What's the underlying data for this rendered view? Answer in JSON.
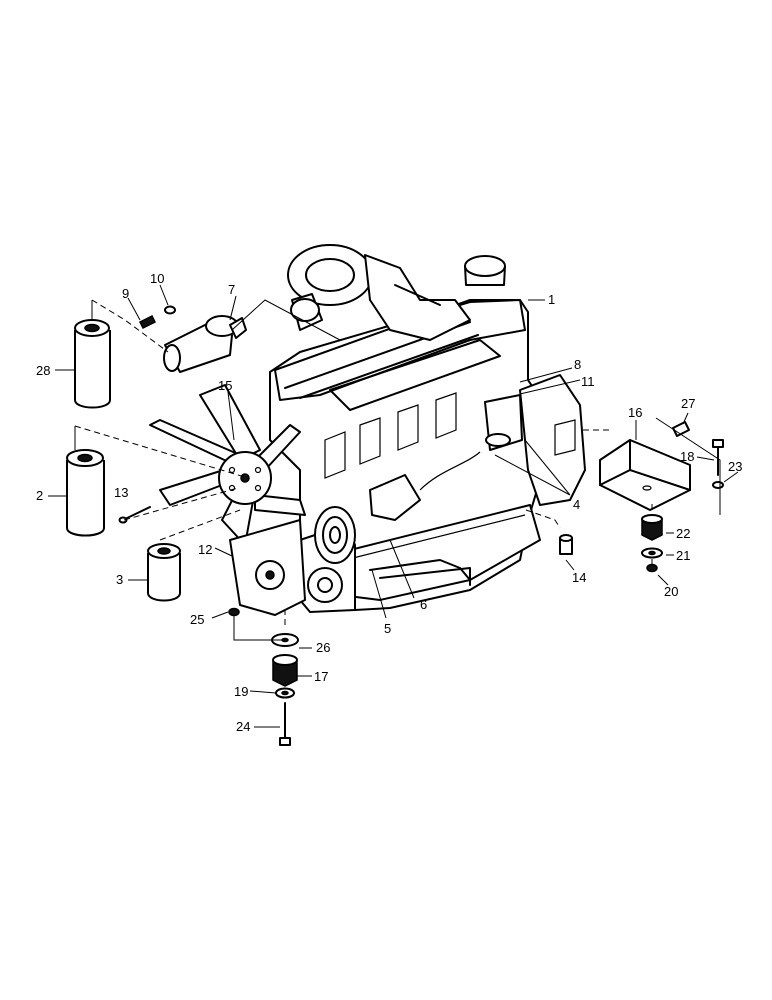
{
  "callouts": [
    {
      "id": "1",
      "text": "1"
    },
    {
      "id": "2",
      "text": "2"
    },
    {
      "id": "3",
      "text": "3"
    },
    {
      "id": "4",
      "text": "4"
    },
    {
      "id": "5",
      "text": "5"
    },
    {
      "id": "6",
      "text": "6"
    },
    {
      "id": "7",
      "text": "7"
    },
    {
      "id": "8",
      "text": "8"
    },
    {
      "id": "9",
      "text": "9"
    },
    {
      "id": "10",
      "text": "10"
    },
    {
      "id": "11",
      "text": "11"
    },
    {
      "id": "12",
      "text": "12"
    },
    {
      "id": "13",
      "text": "13"
    },
    {
      "id": "14",
      "text": "14"
    },
    {
      "id": "15",
      "text": "15"
    },
    {
      "id": "16",
      "text": "16"
    },
    {
      "id": "17",
      "text": "17"
    },
    {
      "id": "18",
      "text": "18"
    },
    {
      "id": "19",
      "text": "19"
    },
    {
      "id": "20",
      "text": "20"
    },
    {
      "id": "21",
      "text": "21"
    },
    {
      "id": "22",
      "text": "22"
    },
    {
      "id": "23",
      "text": "23"
    },
    {
      "id": "24",
      "text": "24"
    },
    {
      "id": "25",
      "text": "25"
    },
    {
      "id": "26",
      "text": "26"
    },
    {
      "id": "27",
      "text": "27"
    },
    {
      "id": "28",
      "text": "28"
    }
  ],
  "colors": {
    "ink": "#000000",
    "paper": "#ffffff"
  }
}
